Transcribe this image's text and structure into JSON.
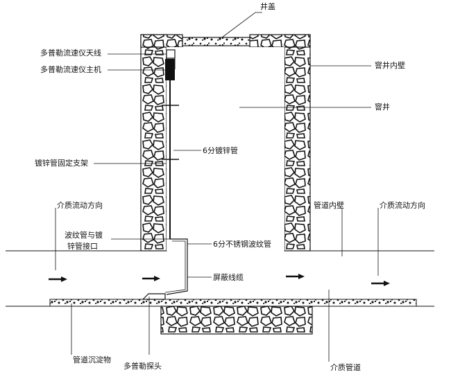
{
  "labels": {
    "well_cover": "井盖",
    "antenna": "多普勒流速仪天线",
    "host": "多普勒流速仪主机",
    "inner_wall": "窨井内壁",
    "manhole": "窨井",
    "galv_pipe": "6分镀锌管",
    "bracket": "镀锌管固定支架",
    "flow_dir_left": "介质流动方向",
    "flow_dir_right": "介质流动方向",
    "pipe_inner_wall": "管道内壁",
    "connector_line1": "波纹管与镀",
    "connector_line2": "锌管接口",
    "bellows": "6分不锈钢波纹管",
    "shielded_cable": "屏蔽线缆",
    "sediment": "管道沉淀物",
    "probe": "多普勒探头",
    "medium_pipe": "介质管道"
  }
}
